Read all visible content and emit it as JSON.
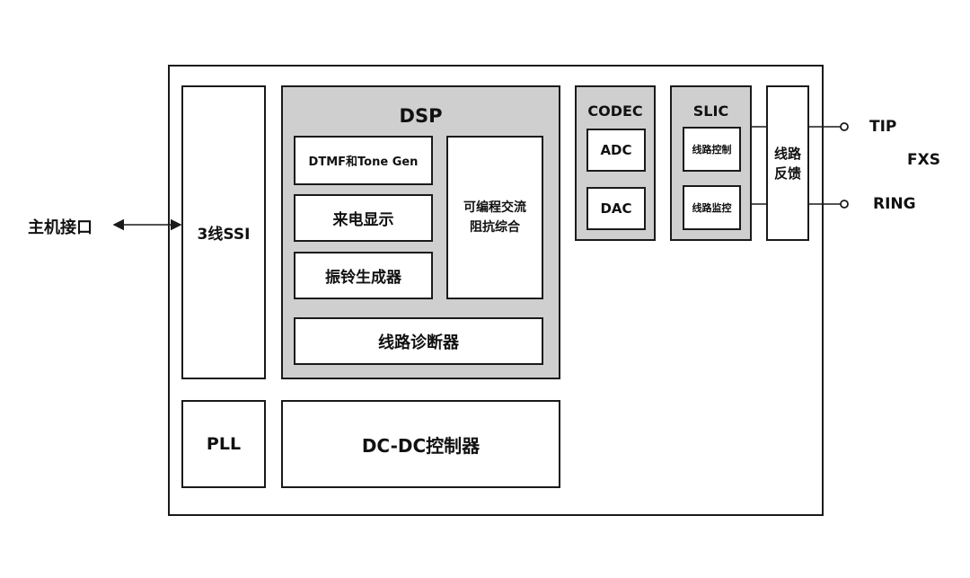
{
  "host_interface": "主机接口",
  "ssi": "3线SSI",
  "dsp": {
    "title": "DSP",
    "dtmf": "DTMF和Tone Gen",
    "caller_id": "来电显示",
    "ring_gen": "振铃生成器",
    "impedance": "可编程交流阻抗综合",
    "line_diag": "线路诊断器"
  },
  "codec": {
    "title": "CODEC",
    "adc": "ADC",
    "dac": "DAC"
  },
  "slic": {
    "title": "SLIC",
    "line_control": "线路控制",
    "line_monitor": "线路监控"
  },
  "line_feedback": "线路反馈",
  "tip": "TIP",
  "ring": "RING",
  "fxs": "FXS",
  "pll": "PLL",
  "dcdc": "DC-DC控制器"
}
